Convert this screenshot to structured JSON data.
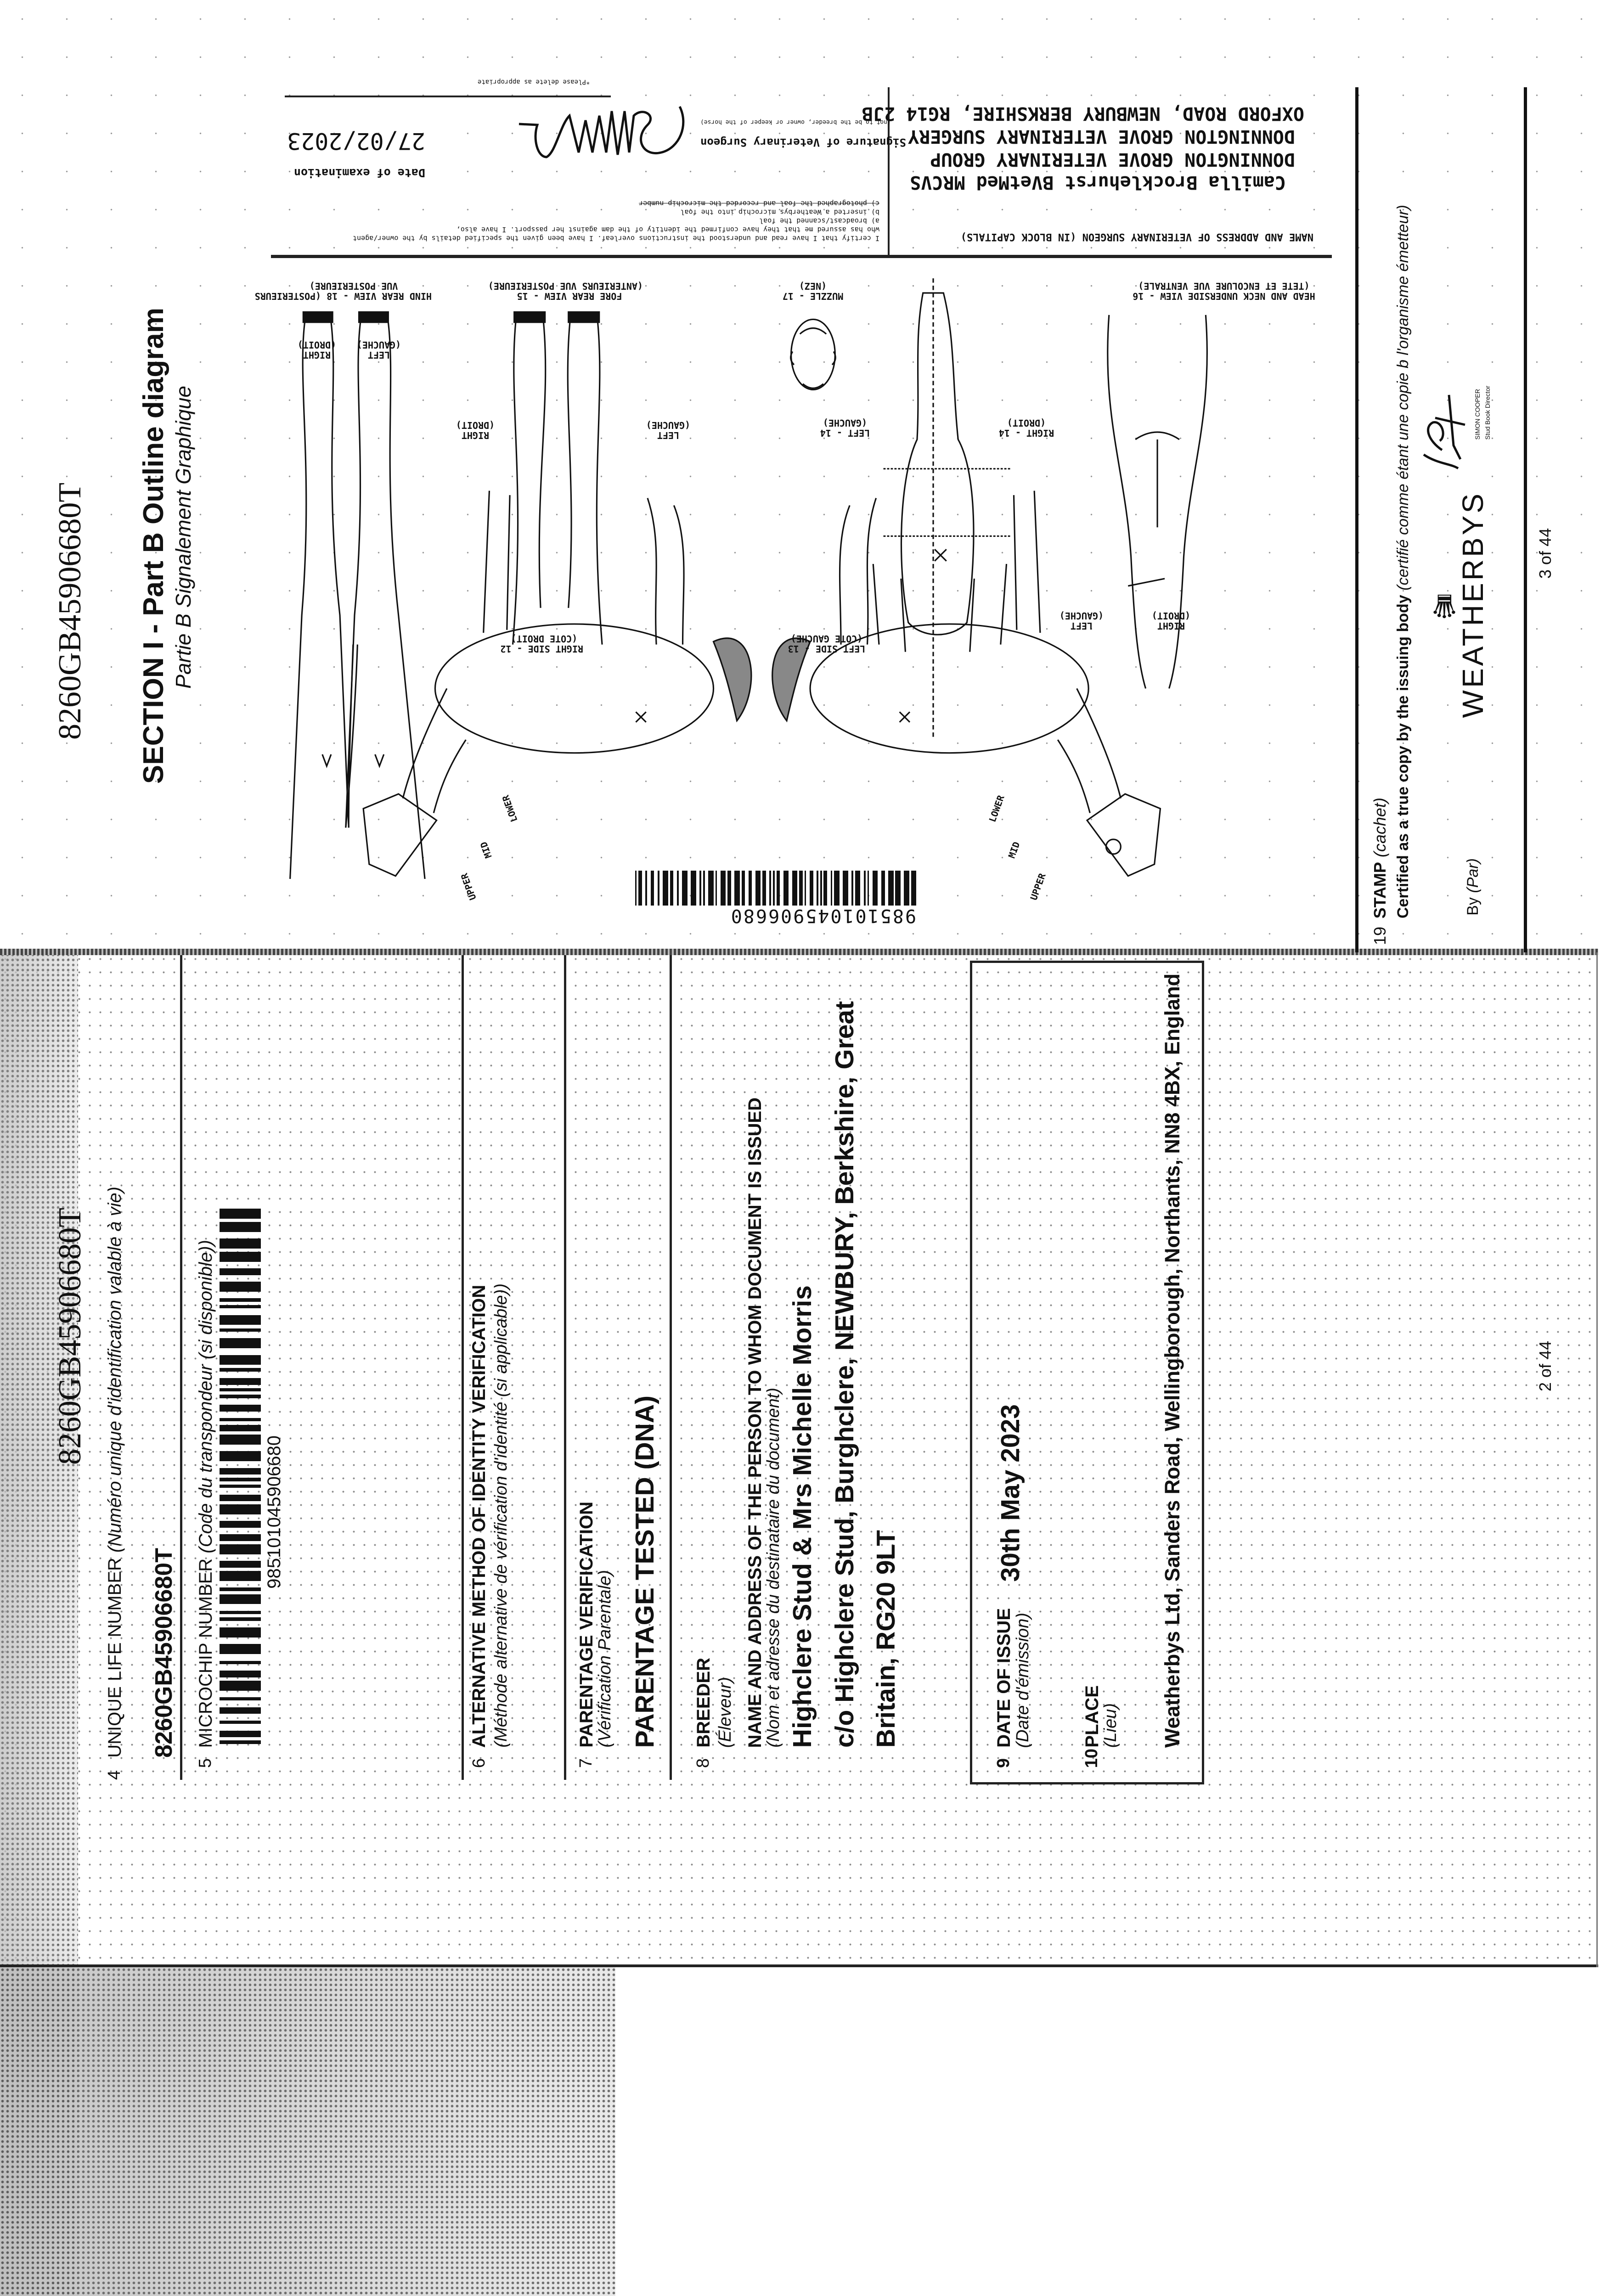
{
  "top_page": {
    "header_uln": "8260GB45906680T",
    "section_title": "SECTION I - Part B Outline diagram",
    "section_subtitle": "Partie B Signalement Graphique",
    "diagram": {
      "hind_view_title": "HIND REAR VIEW - 18 (POSTERIEURS",
      "hind_view_subtitle": "VUE POSTERIEURE)",
      "fore_view_title": "FORE REAR VIEW - 15",
      "fore_view_subtitle": "(ANTERIEURS VUE POSTERIEURE)",
      "muzzle_title": "MUZZLE - 17",
      "muzzle_subtitle": "(NEZ)",
      "head_view_title": "HEAD AND NECK UNDERSIDE VIEW - 16",
      "head_view_subtitle": "(TETE ET ENCOLURE VUE VENTRALE)",
      "right": "RIGHT",
      "droit": "(DROIT)",
      "left": "LEFT",
      "gauche": "(GAUCHE)",
      "left_14": "LEFT - 14",
      "right_14": "RIGHT - 14",
      "right_side": "RIGHT SIDE - 12",
      "cote_droit": "(COTE DROIT)",
      "left_side": "LEFT SIDE - 13",
      "cote_gauche": "(COTE GAUCHE)",
      "upper": "UPPER",
      "mid": "MID",
      "lower": "LOWER"
    },
    "microchip_barcode": "985101045906680",
    "vet": {
      "box_label": "NAME AND ADDRESS OF VETERINARY SURGEON (IN BLOCK CAPITALS)",
      "name": "Camilla Brocklehurst BVetMed MRCVS",
      "practice_group": "DONNINGTON GROVE VETERINARY GROUP",
      "practice_surgery": "DONNINGTON GROVE VETERINARY SURGERY",
      "address": "OXFORD ROAD, NEWBURY BERKSHIRE, RG14 2JB",
      "certification": [
        "I certify that I have read and understood the instructions overleaf. I have been given the specified details by the owner/agent",
        "who has assured me that they have confirmed the identity of the dam against her passport. I have also,",
        "a) broadcast/scanned the foal",
        "b) inserted a Weatherbys microchip into the foal",
        "c) photographed the foal and recorded the microchip number"
      ],
      "date_label": "Date of examination",
      "date_value": "27/02/2023",
      "signature_label": "Signature of Veterinary Surgeon",
      "signature_note": "(not to be the breeder, owner or keeper of the horse)",
      "delete_note": "*Please delete as appropriate"
    },
    "stamp": {
      "number": "19",
      "label": "STAMP",
      "label_fr": "(cachet)",
      "certified": "Certified as a true copy by the issuing body",
      "certified_fr": "(certifié comme étant une copie b l'organisme émetteur)",
      "by_label": "By",
      "by_label_fr": "(Par)",
      "logo_text": "WEATHERBYS",
      "signatory_name": "SIMON COOPER",
      "signatory_title": "Stud Book Director"
    },
    "page_number": "3 of 44"
  },
  "bottom_page": {
    "header_uln": "8260GB45906680T",
    "items": {
      "uln": {
        "number": "4",
        "label": "UNIQUE LIFE NUMBER",
        "label_fr": "(Numéro unique d'identification valable à vie)",
        "value": "8260GB45906680T"
      },
      "microchip": {
        "number": "5",
        "label": "MICROCHIP NUMBER",
        "label_fr": "(Code du transpondeur (si disponible))",
        "value": "985101045906680"
      },
      "alt_verification": {
        "number": "6",
        "label": "ALTERNATIVE METHOD OF IDENTITY VERIFICATION",
        "label_fr": "(Méthode alternative de vérification d'identité (si applicable))"
      },
      "parentage": {
        "number": "7",
        "label": "PARENTAGE VERIFICATION",
        "label_fr": "(Vérification Parentale)",
        "value": "PARENTAGE TESTED (DNA)"
      },
      "breeder": {
        "number": "8",
        "label": "BREEDER",
        "label_fr": "(Éleveur)",
        "recipient_label": "NAME AND ADDRESS OF THE PERSON TO WHOM DOCUMENT IS ISSUED",
        "recipient_label_fr": "(Nom et adresse du destinataire du document)",
        "name": "Highclere Stud & Mrs Michelle Morris",
        "address_line1": "c/o Highclere Stud, Burghclere, NEWBURY, Berkshire, Great",
        "address_line2": "Britain, RG20 9LT"
      },
      "date_of_issue": {
        "number": "9",
        "label": "DATE OF ISSUE",
        "label_fr": "(Date d'émission)",
        "value": "30th May 2023"
      },
      "place": {
        "number": "10",
        "label": "PLACE",
        "label_fr": "(Lieu)",
        "value": "Weatherbys Ltd, Sanders Road, Wellingborough, Northants, NN8 4BX, England"
      }
    },
    "page_number": "2 of 44"
  }
}
